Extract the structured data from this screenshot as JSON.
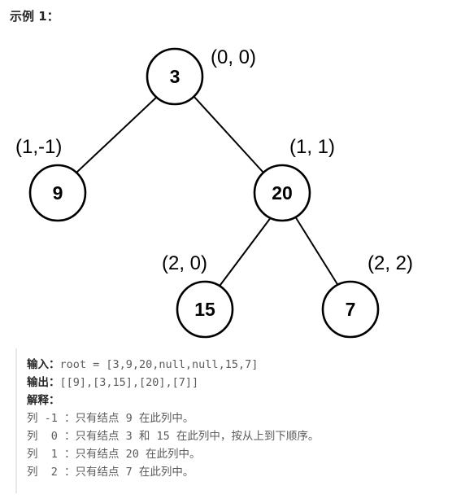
{
  "example": {
    "title": "示例 1："
  },
  "tree": {
    "nodes": [
      {
        "id": "n3",
        "label": "3",
        "coord": "(0, 0)"
      },
      {
        "id": "n9",
        "label": "9",
        "coord": "(1,-1)"
      },
      {
        "id": "n20",
        "label": "20",
        "coord": "(1, 1)"
      },
      {
        "id": "n15",
        "label": "15",
        "coord": "(2, 0)"
      },
      {
        "id": "n7",
        "label": "7",
        "coord": "(2, 2)"
      }
    ],
    "edges": [
      {
        "from": "n3",
        "to": "n9"
      },
      {
        "from": "n3",
        "to": "n20"
      },
      {
        "from": "n20",
        "to": "n15"
      },
      {
        "from": "n20",
        "to": "n7"
      }
    ]
  },
  "io": {
    "input_label": "输入：",
    "input_value": "root = [3,9,20,null,null,15,7]",
    "output_label": "输出：",
    "output_value": "[[9],[3,15],[20],[7]]",
    "explain_label": "解释：",
    "lines": [
      "列 -1 ：只有结点 9 在此列中。",
      "列  0 ：只有结点 3 和 15 在此列中，按从上到下顺序。",
      "列  1 ：只有结点 20 在此列中。",
      "列  2 ：只有结点 7 在此列中。"
    ]
  }
}
